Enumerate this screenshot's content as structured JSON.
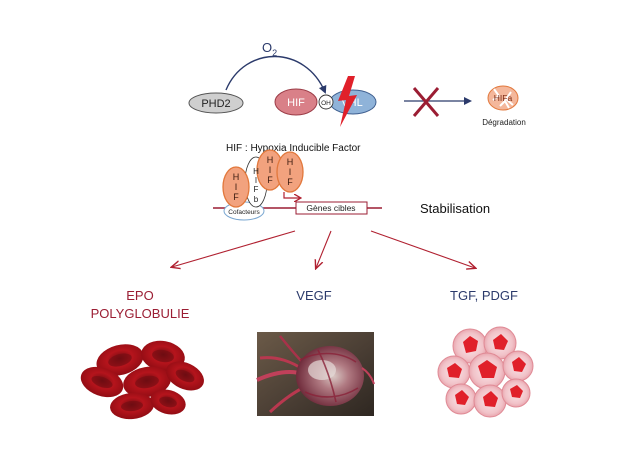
{
  "pathway": {
    "oxygen_label": "O",
    "oxygen_subscript": "2",
    "phd2": "PHD2",
    "hif": "HIF",
    "oh": "OH",
    "vhl": "VHL",
    "hifa": "HIFa",
    "degradation": "Dégradation",
    "hif_definition": "HIF : Hypoxia Inducible Factor"
  },
  "complex": {
    "hif_letters": [
      "H",
      "I",
      "F"
    ],
    "hif1b_letters": [
      "H",
      "I",
      "F",
      "b"
    ],
    "cofactors": "Cofacteurs",
    "target_genes": "Gènes cibles",
    "stabilisation": "Stabilisation"
  },
  "outcomes": {
    "epo_line1": "EPO",
    "epo_line2": "POLYGLOBULIE",
    "vegf": "VEGF",
    "tgf_pdgf": "TGF, PDGF"
  },
  "colors": {
    "salmon": "#f2a27e",
    "orange_stroke": "#e2783c",
    "hif_pink": "#d98088",
    "vhl_blue": "#8fb3d9",
    "phd2_grey": "#cfcfcf",
    "dark_red": "#9b1d33",
    "navy": "#2b3a6b",
    "bright_red": "#e0202a"
  },
  "icons": {
    "lightning": "lightning-bolt-icon",
    "block": "x-cross-icon"
  }
}
